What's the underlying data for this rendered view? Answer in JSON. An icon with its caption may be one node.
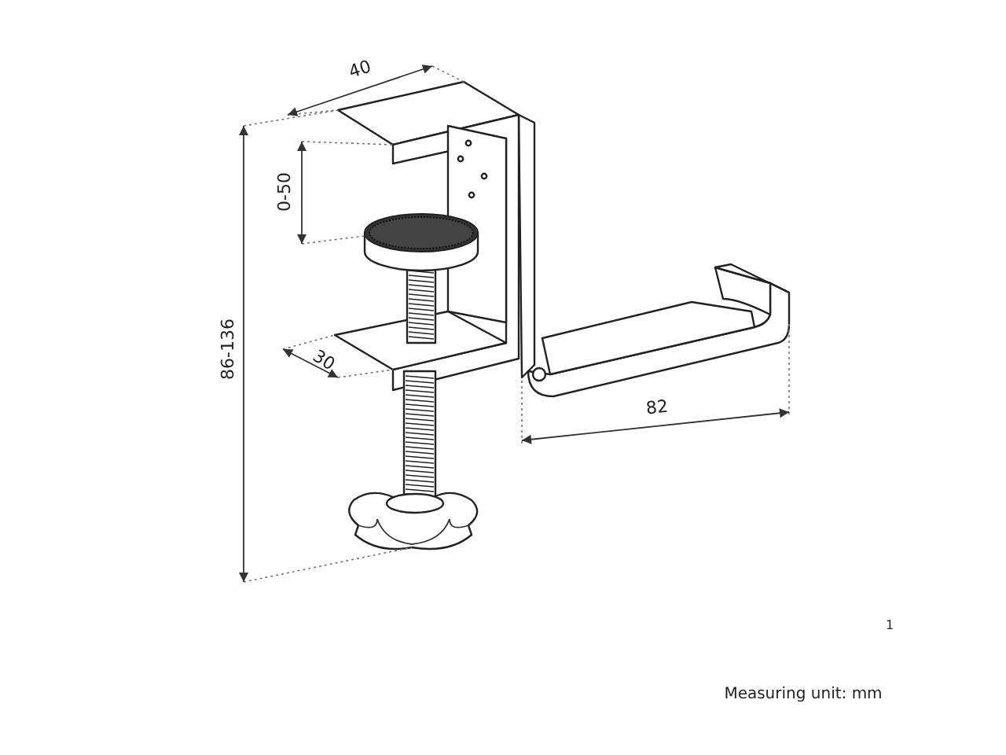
{
  "diagram": {
    "labels": [
      "40",
      "0-50",
      "86-136",
      "30",
      "82",
      "1",
      "Measuring unit: mm"
    ]
  }
}
